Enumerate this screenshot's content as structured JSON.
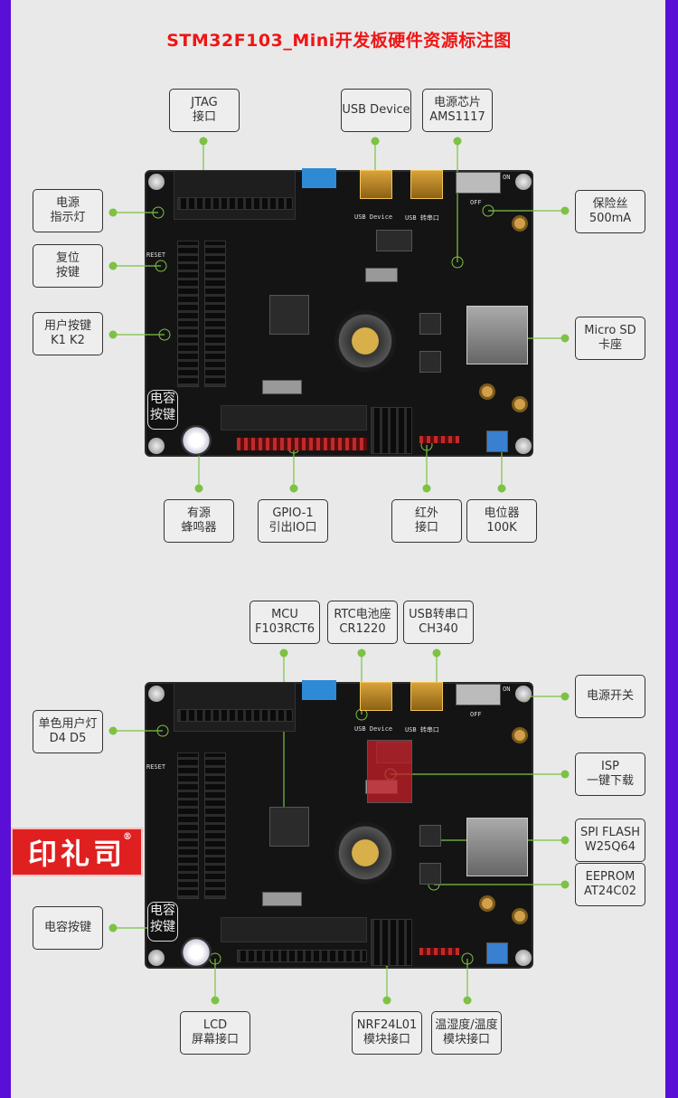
{
  "title": "STM32F103_Mini开发板硬件资源标注图",
  "top_labels": [
    {
      "id": "jtag",
      "l1": "JTAG",
      "l2": "接口"
    },
    {
      "id": "usb-device",
      "l1": "USB Device",
      "l2": ""
    },
    {
      "id": "power-chip",
      "l1": "电源芯片",
      "l2": "AMS1117"
    },
    {
      "id": "power-led",
      "l1": "电源",
      "l2": "指示灯"
    },
    {
      "id": "reset-key",
      "l1": "复位",
      "l2": "按键"
    },
    {
      "id": "user-keys",
      "l1": "用户按键",
      "l2": "K1 K2"
    },
    {
      "id": "fuse",
      "l1": "保险丝",
      "l2": "500mA"
    },
    {
      "id": "micro-sd",
      "l1": "Micro SD",
      "l2": "卡座"
    },
    {
      "id": "buzzer",
      "l1": "有源",
      "l2": "蜂鸣器"
    },
    {
      "id": "gpio-1",
      "l1": "GPIO-1",
      "l2": "引出IO口"
    },
    {
      "id": "infrared",
      "l1": "红外",
      "l2": "接口"
    },
    {
      "id": "potentiometer",
      "l1": "电位器",
      "l2": "100K"
    }
  ],
  "bottom_labels": [
    {
      "id": "mcu",
      "l1": "MCU",
      "l2": "F103RCT6"
    },
    {
      "id": "rtc",
      "l1": "RTC电池座",
      "l2": "CR1220"
    },
    {
      "id": "usb-serial",
      "l1": "USB转串口",
      "l2": "CH340"
    },
    {
      "id": "user-led",
      "l1": "单色用户灯",
      "l2": "D4 D5"
    },
    {
      "id": "power-switch",
      "l1": "电源开关",
      "l2": ""
    },
    {
      "id": "isp",
      "l1": "ISP",
      "l2": "一键下载"
    },
    {
      "id": "spi-flash",
      "l1": "SPI FLASH",
      "l2": "W25Q64"
    },
    {
      "id": "eeprom",
      "l1": "EEPROM",
      "l2": "AT24C02"
    },
    {
      "id": "touch-key",
      "l1": "电容按键",
      "l2": ""
    },
    {
      "id": "lcd",
      "l1": "LCD",
      "l2": "屏幕接口"
    },
    {
      "id": "nrf",
      "l1": "NRF24L01",
      "l2": "模块接口"
    },
    {
      "id": "temp-humidity",
      "l1": "温湿度/温度",
      "l2": "模块接口"
    }
  ],
  "board": {
    "usb_device": "USB Device",
    "usb_serial": "USB 转串口",
    "touch_key": "电容按键",
    "reset": "RESET",
    "on": "ON",
    "off": "OFF"
  },
  "logo": {
    "text": "印礼司",
    "mark": "®"
  },
  "colors": {
    "accent": "#7dc243",
    "title": "#f01515",
    "frame": "#5a0fd6"
  }
}
